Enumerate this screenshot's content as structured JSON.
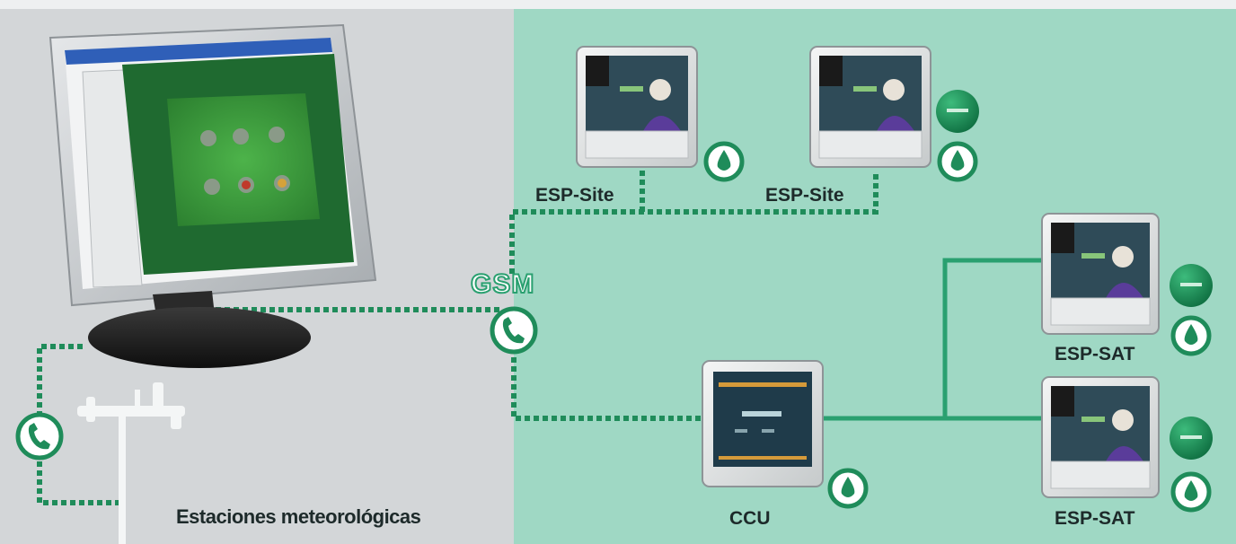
{
  "labels": {
    "esp_site_1": "ESP-Site",
    "esp_site_2": "ESP-Site",
    "esp_sat_1": "ESP-SAT",
    "esp_sat_2": "ESP-SAT",
    "ccu": "CCU",
    "gsm": "GSM",
    "weather_stations": "Estaciones meteorológicas"
  },
  "colors": {
    "left_background": "#d3d6d8",
    "right_background": "#9fd8c4",
    "link_green": "#2aa070",
    "dotted_green": "#1f8c5a"
  },
  "icons": {
    "phone": "phone-icon",
    "water_drop": "water-drop-icon",
    "module_badge": "module-badge-icon"
  }
}
